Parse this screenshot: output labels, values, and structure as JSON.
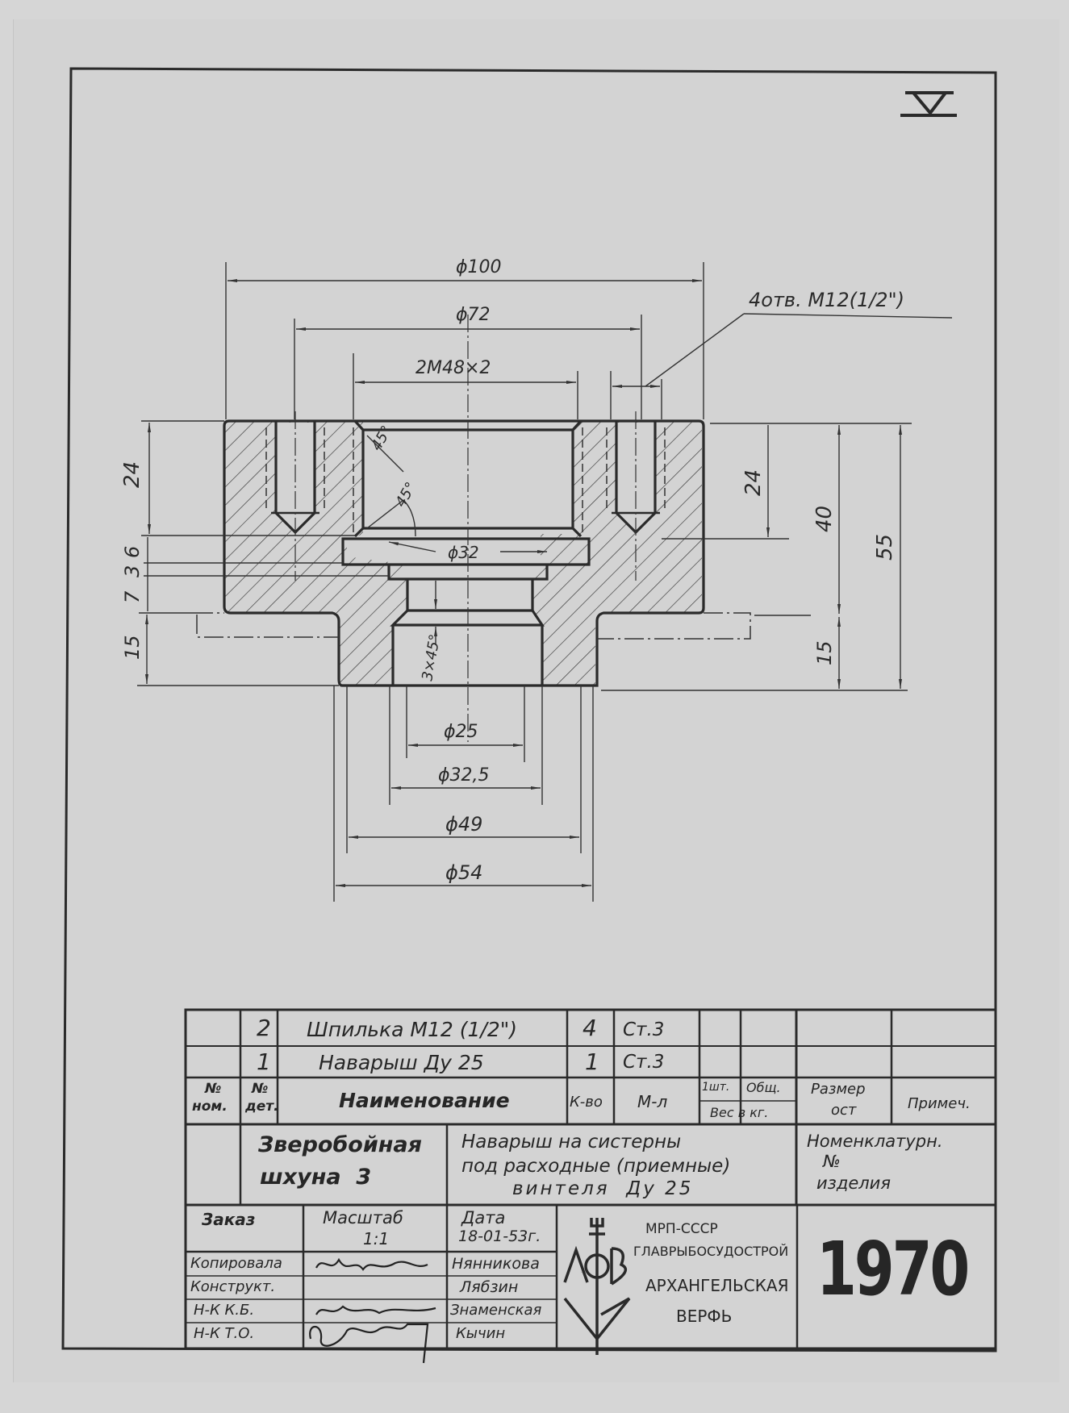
{
  "drawing": {
    "surface_symbol": "roughness-triangle",
    "dimensions": {
      "phi100": "ϕ100",
      "phi72": "ϕ72",
      "thread_main": "2M48×2",
      "holes_note": "4отв. M12(1/2\")",
      "phi32": "ϕ32",
      "phi25": "ϕ25",
      "phi32_5": "ϕ32,5",
      "phi49": "ϕ49",
      "phi54": "ϕ54",
      "angle_top": "45°",
      "angle_mid": "45°",
      "chamfer": "3×45°",
      "left_24": "24",
      "left_6": "6",
      "left_3": "3",
      "left_7": "7",
      "left_15": "15",
      "right_24": "24",
      "right_40": "40",
      "right_15": "15",
      "right_55": "55"
    }
  },
  "spec_table": {
    "rows": [
      {
        "nom": "",
        "det": "2",
        "name": "Шпилька M12 (1/2\")",
        "qty": "4",
        "material": "Ст.3"
      },
      {
        "nom": "",
        "det": "1",
        "name": "Наварыш Ду 25",
        "qty": "1",
        "material": "Ст.3"
      }
    ],
    "header": {
      "nom": "№ ном.",
      "nom_line1": "№",
      "nom_line2": "ном.",
      "det_line1": "№",
      "det_line2": "дет.",
      "name": "Наименование",
      "qty": "К-во",
      "material": "М-л",
      "weight_one": "1шт.",
      "weight_total": "Общ.",
      "weight_unit": "Вес в кг.",
      "size_line1": "Размер",
      "size_line2": "ост",
      "note": "Примеч."
    }
  },
  "title_block": {
    "vessel_line1": "Зверобойная",
    "vessel_line2": "шхуна  3",
    "title_line1": "Наварыш на систерны",
    "title_line2": "под расходные (приемные)",
    "title_line3": "винтеля  Ду 25",
    "nomenclature_line1": "Номенклатурн.",
    "nomenclature_line2": "№",
    "nomenclature_line3": "изделия",
    "order_label": "Заказ",
    "scale_label": "Масштаб",
    "scale_value": "1:1",
    "date_label": "Дата",
    "date_value": "18-01-53г.",
    "signatures": [
      {
        "role": "Копировала",
        "name": "Нянникова"
      },
      {
        "role": "Конструкт.",
        "name": "Лябзин"
      },
      {
        "role": "Н-К К.Б.",
        "name": "Знаменская"
      },
      {
        "role": "Н-К Т.О.",
        "name": "Кычин"
      }
    ],
    "org_line1": "МРП-СССР",
    "org_line2": "ГЛАВРЫБОСУДОСТРОЙ",
    "org_line3": "АРХАНГЕЛЬСКАЯ",
    "org_line4": "ВЕРФЬ",
    "logo_text": "АСВ",
    "drawing_number": "1970"
  }
}
